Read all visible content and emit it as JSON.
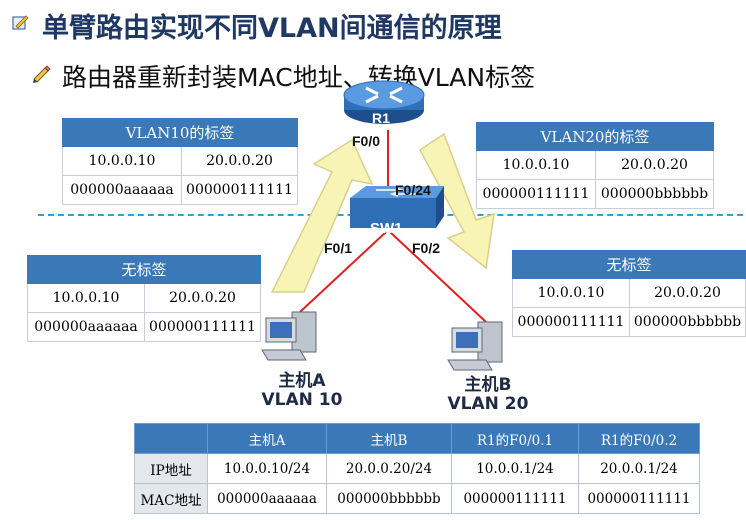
{
  "title": "单臂路由实现不同VLAN间通信的原理",
  "subtitle": "路由器重新封装MAC地址、转换VLAN标签",
  "devices": {
    "router": "R1",
    "switch": "SW1",
    "host_a": {
      "name": "主机A",
      "vlan": "VLAN 10"
    },
    "host_b": {
      "name": "主机B",
      "vlan": "VLAN 20"
    }
  },
  "ports": {
    "r1_f00": "F0/0",
    "sw_f024": "F0/24",
    "sw_f01": "F0/1",
    "sw_f02": "F0/2"
  },
  "tag_tables": {
    "vlan10": {
      "header": "VLAN10的标签",
      "ip_src": "10.0.0.10",
      "ip_dst": "20.0.0.20",
      "mac_src": "000000aaaaaa",
      "mac_dst": "000000111111"
    },
    "vlan20": {
      "header": "VLAN20的标签",
      "ip_src": "10.0.0.10",
      "ip_dst": "20.0.0.20",
      "mac_src": "000000111111",
      "mac_dst": "000000bbbbbb"
    },
    "untag_left": {
      "header": "无标签",
      "ip_src": "10.0.0.10",
      "ip_dst": "20.0.0.20",
      "mac_src": "000000aaaaaa",
      "mac_dst": "000000111111"
    },
    "untag_right": {
      "header": "无标签",
      "ip_src": "10.0.0.10",
      "ip_dst": "20.0.0.20",
      "mac_src": "000000111111",
      "mac_dst": "000000bbbbbb"
    }
  },
  "address_table": {
    "headers": [
      "",
      "主机A",
      "主机B",
      "R1的F0/0.1",
      "R1的F0/0.2"
    ],
    "rows": [
      [
        "IP地址",
        "10.0.0.10/24",
        "20.0.0.20/24",
        "10.0.0.1/24",
        "20.0.0.1/24"
      ],
      [
        "MAC地址",
        "000000aaaaaa",
        "000000bbbbbb",
        "000000111111",
        "000000111111"
      ]
    ]
  },
  "colors": {
    "title": "#1f3864",
    "table_header": "#3a78b8",
    "link": "#e02020",
    "router": "#2f6fb5",
    "arrow": "#f7f3b0"
  }
}
